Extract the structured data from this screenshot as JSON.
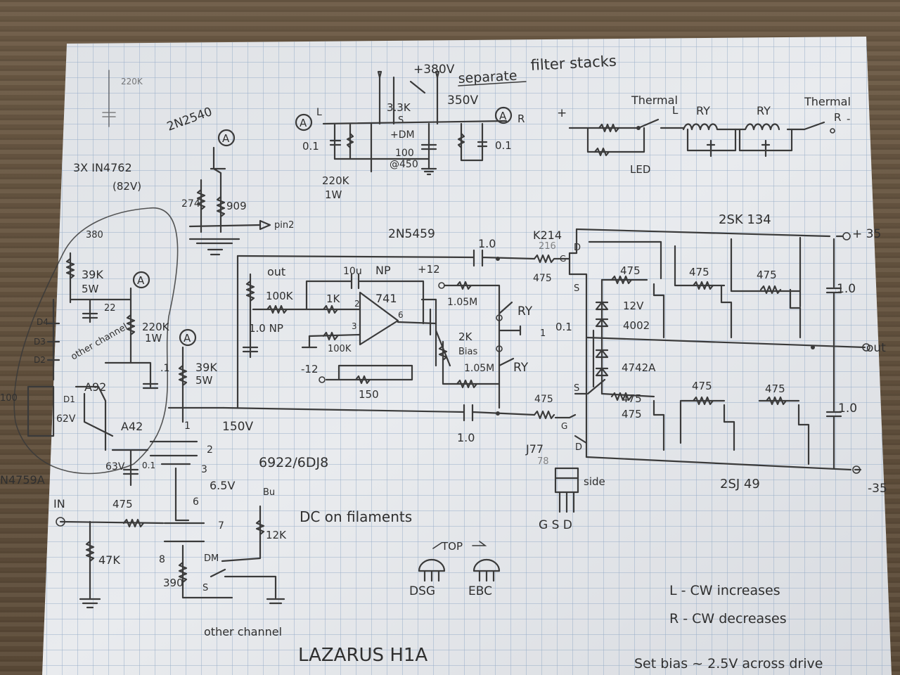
{
  "diagram": {
    "title": "LAZARUS H1A",
    "header": {
      "separate": "separate",
      "filter_stacks": "filter stacks"
    },
    "power_supply": {
      "v380": "+380V",
      "v350": "350V",
      "r33k": "3.3K",
      "s": "S",
      "dm": "+DM",
      "c100": "100",
      "c450": "@450",
      "a_left": "A",
      "l_left": "L",
      "a_right": "A",
      "r_right": "R",
      "c01_left": "0.1",
      "c01_right": "0.1",
      "r220k": "220K",
      "r220k_w": "1W"
    },
    "relay_section": {
      "plus": "+",
      "thermal_l": "Thermal",
      "l": "L",
      "ry1": "RY",
      "ry2": "RY",
      "thermal_r": "Thermal",
      "r": "R",
      "minus": "-",
      "led": "LED"
    },
    "left_supply": {
      "r220k_top": "220K",
      "transistor": "2N2540",
      "a": "A",
      "zener": "3X IN4762",
      "zener_v": "(82V)",
      "r274": "274",
      "r909": "909",
      "pin2": "pin2",
      "v380": "380",
      "r39k": "39K",
      "r39k_w": "5W",
      "a2": "A",
      "c22": "22",
      "d4": "D4",
      "d3": "D3",
      "d2": "D2",
      "d1": "D1",
      "other_channel": "other channel",
      "a92": "A92",
      "a42": "A42",
      "r220k2": "220K",
      "r220k2_w": "1W",
      "c01": ".1",
      "v62": "62V",
      "c100": "100",
      "zener2": "N4759A",
      "v63": "63V",
      "c01b": "0.1"
    },
    "tube_section": {
      "a": "A",
      "r39k": "39K",
      "r39k_w": "5W",
      "v150": "150V",
      "p1": "1",
      "p2": "2",
      "p3": "3",
      "v65": "6.5V",
      "p6": "6",
      "p7": "7",
      "p8": "8",
      "tube": "6922/6DJ8",
      "in": "IN",
      "r475": "475",
      "r47k": "47K",
      "r390": "390",
      "dm": "DM",
      "s": "S",
      "bu": "Bu",
      "r12k": "12K",
      "dc_filaments": "DC on filaments",
      "other_channel": "other channel"
    },
    "opamp_section": {
      "out": "out",
      "c10u": "10u",
      "np": "NP",
      "plus12": "+12",
      "jfet": "2N5459",
      "r100k": "100K",
      "r1k": "1K",
      "opamp": "741",
      "pin2": "2",
      "pin3": "3",
      "pin6": "6",
      "c10np": "1.0 NP",
      "r100k2": "100K",
      "minus12": "-12",
      "r150": "150",
      "r105m": "1.05M",
      "r105m2": "1.05M",
      "ry": "RY",
      "ry2": "RY",
      "r2k": "2K",
      "bias": "Bias",
      "c1": "1",
      "c10a": "1.0",
      "c10b": "1.0"
    },
    "output_stage": {
      "k214": "K214",
      "k216": "216",
      "d": "D",
      "g": "G",
      "s": "S",
      "r475_gate_top": "475",
      "r475_gate_bot": "475",
      "r475_a": "475",
      "r475_b": "475",
      "r475_c": "475",
      "r475_d": "475",
      "r475_e": "475",
      "r475_f": "475",
      "r475_g": "475",
      "z12v": "12V",
      "d4002": "4002",
      "d4742a": "4742A",
      "c01": "0.1",
      "sk134": "2SK 134",
      "sj49": "2SJ 49",
      "plus35": "+ 35",
      "c10top": "1.0",
      "out": "out",
      "c10bot": "1.0",
      "minus35": "-35",
      "j77": "J77",
      "j78": "78",
      "s2": "S",
      "g2": "G",
      "d2": "D",
      "side": "side",
      "gsd": "G S D"
    },
    "pinouts": {
      "top": "TOP",
      "dsg": "DSG",
      "ebc": "EBC"
    },
    "notes": {
      "l_cw": "L - CW increases",
      "r_cw": "R - CW decreases",
      "bias": "Set bias ~ 2.5V across drive"
    }
  }
}
